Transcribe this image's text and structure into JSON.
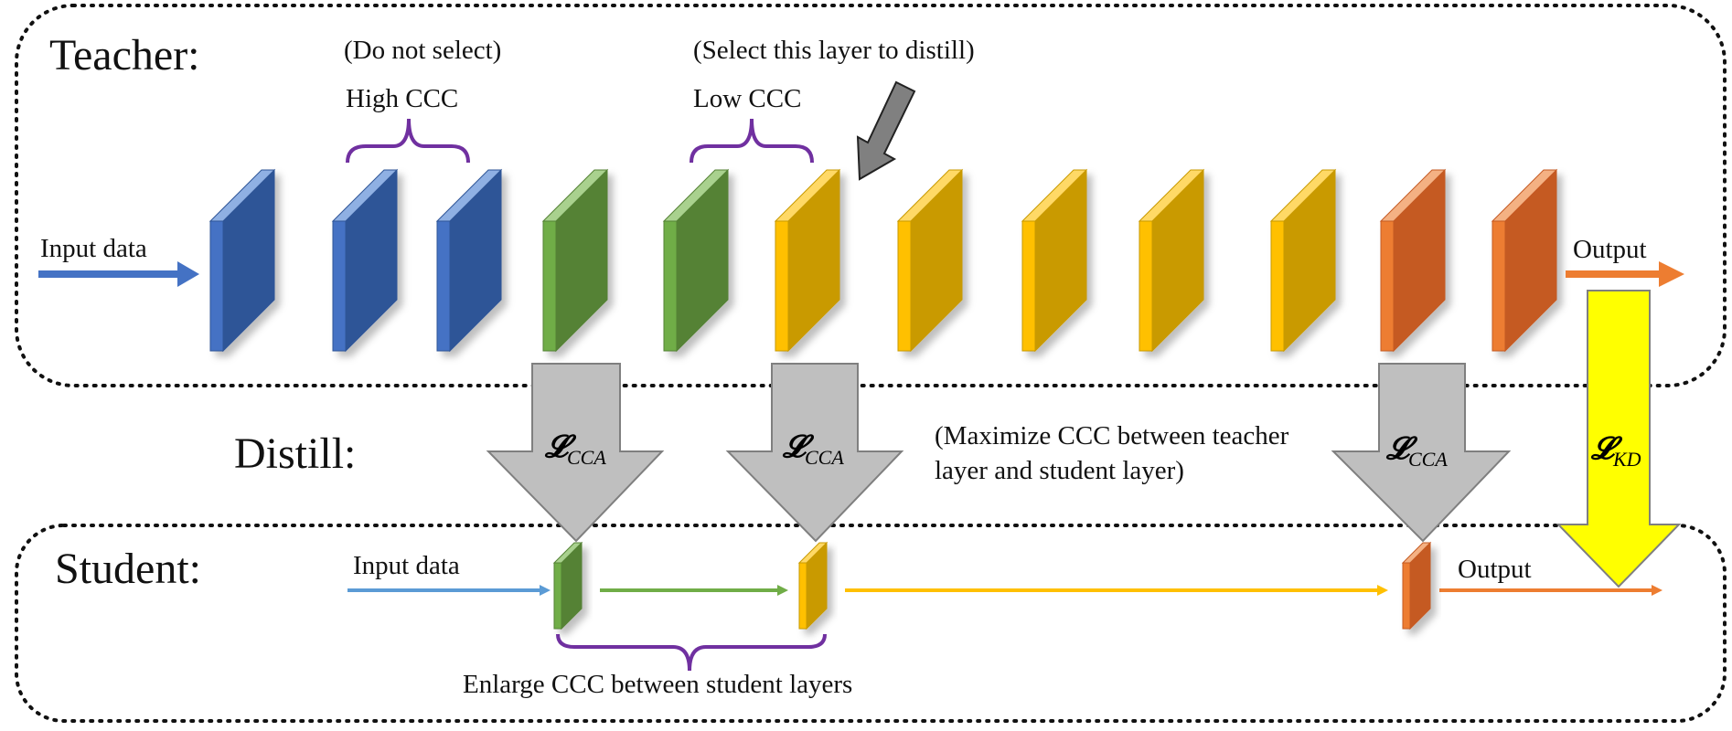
{
  "teacher": {
    "title": "Teacher:",
    "input_label": "Input data",
    "output_label": "Output",
    "annotations": {
      "do_not_select": "(Do not select)",
      "high_ccc": "High CCC",
      "select_layer": "(Select this layer to distill)",
      "low_ccc": "Low CCC"
    },
    "layer_colors": [
      "blue",
      "blue",
      "blue",
      "green",
      "green",
      "gold",
      "gold",
      "gold",
      "gold",
      "gold",
      "orange",
      "orange"
    ]
  },
  "distill": {
    "title": "Distill:",
    "loss_main": "𝓛",
    "cca_sub": "CCA",
    "kd_sub": "KD",
    "note_line1": "(Maximize CCC between teacher",
    "note_line2": "layer and student layer)"
  },
  "student": {
    "title": "Student:",
    "input_label": "Input data",
    "output_label": "Output",
    "enlarge_label": "Enlarge CCC between student layers",
    "layer_colors": [
      "green",
      "gold",
      "orange"
    ]
  },
  "colors": {
    "blue": "#2f5597",
    "green": "#548235",
    "gold": "#c99a00",
    "orange": "#c55a24",
    "purple": "#7030a0",
    "grey_arrow": "#bfbfbf",
    "kd_arrow": "#ffff00"
  }
}
